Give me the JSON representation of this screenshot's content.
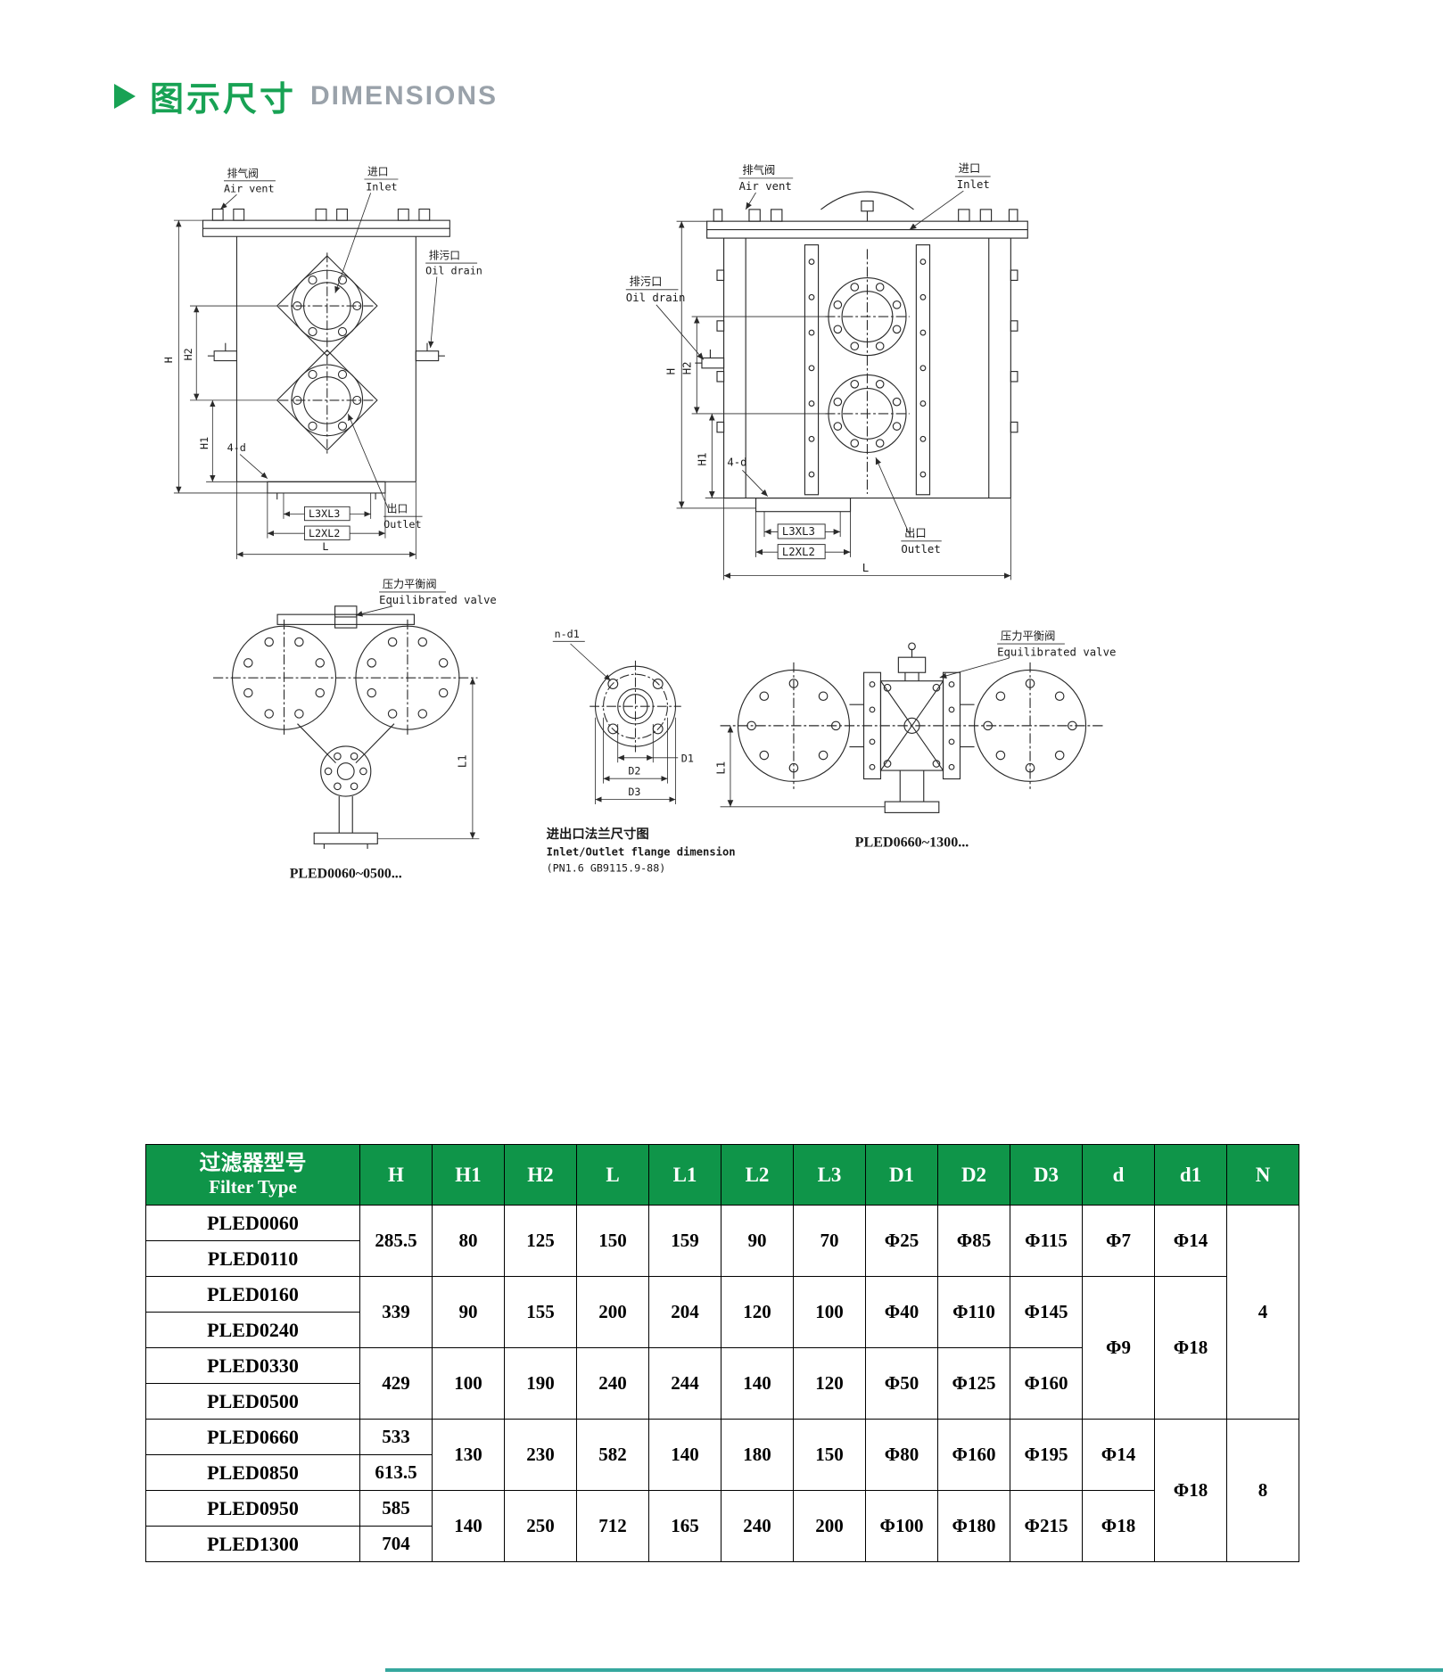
{
  "header": {
    "title_cn": "图示尺寸",
    "title_en": "DIMENSIONS",
    "accent_color": "#18a254",
    "en_color": "#9aa2aa"
  },
  "drawings": {
    "front": {
      "air_vent_cn": "排气阀",
      "air_vent_en": "Air vent",
      "inlet_cn": "进口",
      "inlet_en": "Inlet",
      "oil_drain_cn": "排污口",
      "oil_drain_en": "Oil drain",
      "outlet_cn": "出口",
      "outlet_en": "Outlet",
      "dim_h": "H",
      "dim_h1": "H1",
      "dim_h2": "H2",
      "dim_4d": "4-d",
      "dim_l3xl3": "L3XL3",
      "dim_l2xl2": "L2XL2",
      "dim_l": "L"
    },
    "top_small": {
      "valve_cn": "压力平衡阀",
      "valve_en": "Equilibrated valve",
      "dim_l1": "L1",
      "caption": "PLED0060~0500..."
    },
    "flange": {
      "holes_label": "n-d1",
      "dim_d1": "D1",
      "dim_d2": "D2",
      "dim_d3": "D3",
      "caption_cn": "进出口法兰尺寸图",
      "caption_en": "Inlet/Outlet flange dimension",
      "caption_std": "(PN1.6 GB9115.9-88)"
    },
    "top_large": {
      "valve_cn": "压力平衡阀",
      "valve_en": "Equilibrated valve",
      "dim_l1": "L1",
      "caption": "PLED0660~1300..."
    }
  },
  "table": {
    "header": {
      "filter_type_cn": "过滤器型号",
      "filter_type_en": "Filter Type",
      "cols": [
        "H",
        "H1",
        "H2",
        "L",
        "L1",
        "L2",
        "L3",
        "D1",
        "D2",
        "D3",
        "d",
        "d1",
        "N"
      ]
    },
    "models": [
      "PLED0060",
      "PLED0110",
      "PLED0160",
      "PLED0240",
      "PLED0330",
      "PLED0500",
      "PLED0660",
      "PLED0850",
      "PLED0950",
      "PLED1300"
    ],
    "g1": {
      "H": "285.5",
      "H1": "80",
      "H2": "125",
      "L": "150",
      "L1": "159",
      "L2": "90",
      "L3": "70",
      "D1": "Φ25",
      "D2": "Φ85",
      "D3": "Φ115",
      "d": "Φ7",
      "d1": "Φ14"
    },
    "g2": {
      "H": "339",
      "H1": "90",
      "H2": "155",
      "L": "200",
      "L1": "204",
      "L2": "120",
      "L3": "100",
      "D1": "Φ40",
      "D2": "Φ110",
      "D3": "Φ145"
    },
    "g3": {
      "H": "429",
      "H1": "100",
      "H2": "190",
      "L": "240",
      "L1": "244",
      "L2": "140",
      "L3": "120",
      "D1": "Φ50",
      "D2": "Φ125",
      "D3": "Φ160"
    },
    "g23": {
      "d": "Φ9",
      "d1": "Φ18"
    },
    "g4": {
      "H_0660": "533",
      "H_0850": "613.5",
      "H1": "130",
      "H2": "230",
      "L": "582",
      "L1": "140",
      "L2": "180",
      "L3": "150",
      "D1": "Φ80",
      "D2": "Φ160",
      "D3": "Φ195",
      "d": "Φ14"
    },
    "g5": {
      "H_0950": "585",
      "H_1300": "704",
      "H1": "140",
      "H2": "250",
      "L": "712",
      "L1": "165",
      "L2": "240",
      "L3": "200",
      "D1": "Φ100",
      "D2": "Φ180",
      "D3": "Φ215",
      "d": "Φ18"
    },
    "g45": {
      "d1": "Φ18"
    },
    "n_small": "4",
    "n_large": "8"
  }
}
